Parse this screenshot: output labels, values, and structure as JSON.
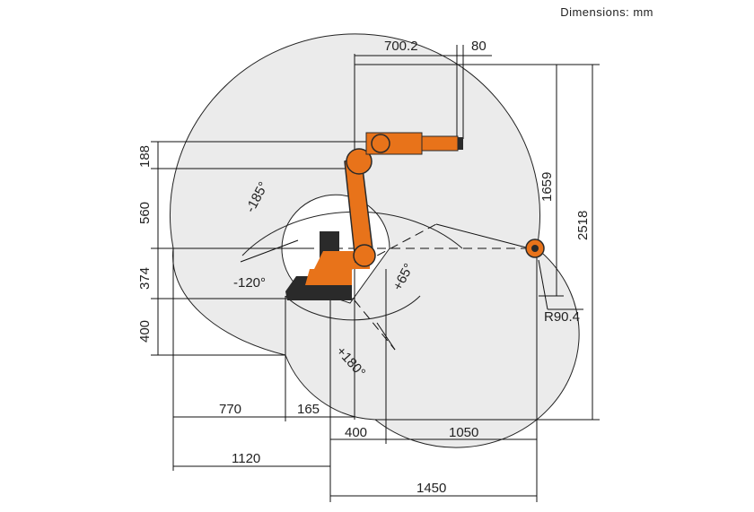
{
  "header": {
    "units_label": "Dimensions: mm"
  },
  "dimensions": {
    "top_reach": "700.2",
    "flange": "80",
    "height_total": "2518",
    "height_reach": "1659",
    "radius": "R90.4",
    "left_188": "188",
    "left_560": "560",
    "left_374": "374",
    "left_400": "400",
    "bottom_770": "770",
    "bottom_165": "165",
    "bottom_400": "400",
    "bottom_1050": "1050",
    "bottom_1120": "1120",
    "bottom_1450": "1450"
  },
  "angles": {
    "a5_range": "-185°",
    "a3_neg": "-120°",
    "a3_pos": "+65°",
    "a1_range": "+180°"
  },
  "colors": {
    "envelope_fill": "#ebebeb",
    "envelope_stroke": "#222222",
    "robot_orange": "#e8731a",
    "robot_dark": "#2a2a2a"
  }
}
